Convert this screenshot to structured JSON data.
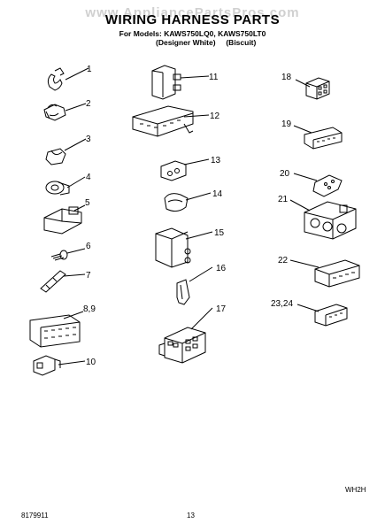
{
  "header": {
    "watermark": "www.AppliancePartsPros.com",
    "title": "WIRING HARNESS PARTS",
    "models": "For Models: KAWS750LQ0, KAWS750LT0",
    "color_1": "(Designer White)",
    "color_2": "(Biscuit)"
  },
  "parts": [
    {
      "label": "1"
    },
    {
      "label": "2"
    },
    {
      "label": "3"
    },
    {
      "label": "4"
    },
    {
      "label": "5"
    },
    {
      "label": "6"
    },
    {
      "label": "7"
    },
    {
      "label": "8,9"
    },
    {
      "label": "10"
    },
    {
      "label": "11"
    },
    {
      "label": "12"
    },
    {
      "label": "13"
    },
    {
      "label": "14"
    },
    {
      "label": "15"
    },
    {
      "label": "16"
    },
    {
      "label": "17"
    },
    {
      "label": "18"
    },
    {
      "label": "19"
    },
    {
      "label": "20"
    },
    {
      "label": "21"
    },
    {
      "label": "22"
    },
    {
      "label": "23,24"
    }
  ],
  "footer": {
    "code": "WH2H",
    "doc_number": "8179911",
    "page_number": "13"
  }
}
